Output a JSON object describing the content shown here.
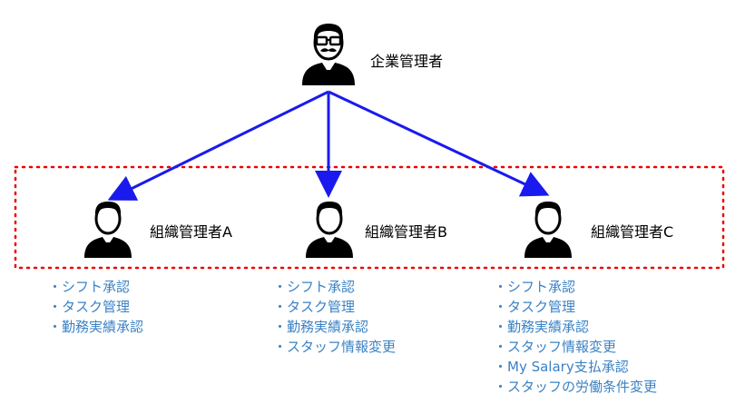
{
  "colors": {
    "arrow": "#1a1aee",
    "dotted_border": "#ee0000",
    "permission_text": "#3b82c4",
    "icon": "#000000"
  },
  "top_admin": {
    "label": "企業管理者",
    "icon": "user-with-glasses-and-mustache-icon"
  },
  "org_admins": [
    {
      "label": "組織管理者A",
      "icon": "user-icon",
      "permissions": [
        "・シフト承認",
        "・タスク管理",
        "・勤務実績承認"
      ]
    },
    {
      "label": "組織管理者B",
      "icon": "user-icon",
      "permissions": [
        "・シフト承認",
        "・タスク管理",
        "・勤務実績承認",
        "・スタッフ情報変更"
      ]
    },
    {
      "label": "組織管理者C",
      "icon": "user-icon",
      "permissions": [
        "・シフト承認",
        "・タスク管理",
        "・勤務実績承認",
        "・スタッフ情報変更",
        "・My Salary支払承認",
        "・スタッフの労働条件変更"
      ]
    }
  ]
}
